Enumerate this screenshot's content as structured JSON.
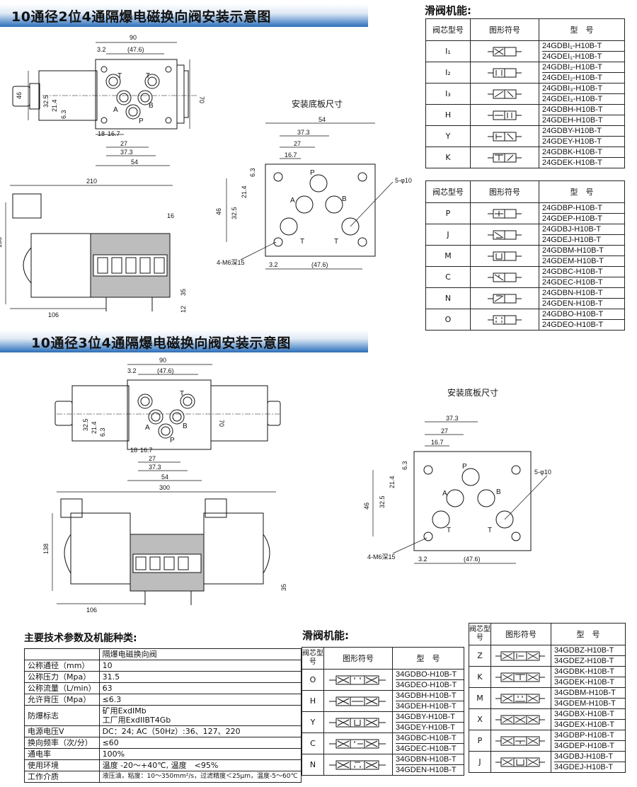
{
  "section1": {
    "title": "10通径2位4通隔爆电磁换向阀安装示意图"
  },
  "section2": {
    "title": "10通径3位4通隔爆电磁换向阀安装示意图"
  },
  "drawing_labels": {
    "subplate_title": "安装底板尺寸",
    "ports": {
      "A": "A",
      "B": "B",
      "P": "P",
      "T": "T"
    },
    "holes": "5-φ10",
    "screws": "4-M6深15",
    "dims": {
      "d90": "90",
      "d47_6": "(47.6)",
      "d3_2": "3.2",
      "d46": "46",
      "d70": "70",
      "d32_5": "32.5",
      "d21_4": "21.4",
      "d6_3": "6.3",
      "d18": "18",
      "d16_7": "16.7",
      "d27": "27",
      "d37_3": "37.3",
      "d54": "54",
      "d210": "210",
      "d16": "16",
      "d138": "138",
      "d35": "35",
      "d12": "12",
      "d106": "106",
      "d300": "300"
    }
  },
  "spool_functions_top": {
    "title": "滑阀机能:",
    "headers": {
      "core": "阀芯型号",
      "symbol": "图形符号",
      "model": "型　号"
    },
    "rows1": [
      {
        "core": "I₁",
        "models": [
          "24GDBI₁-H10B-T",
          "24GDEI₁-H10B-T"
        ]
      },
      {
        "core": "I₂",
        "models": [
          "24GDBI₂-H10B-T",
          "24GDEI₂-H10B-T"
        ]
      },
      {
        "core": "I₃",
        "models": [
          "24GDBI₃-H10B-T",
          "24GDEI₃-H10B-T"
        ]
      },
      {
        "core": "H",
        "models": [
          "24GDBH-H10B-T",
          "24GDEH-H10B-T"
        ]
      },
      {
        "core": "Y",
        "models": [
          "24GDBY-H10B-T",
          "24GDEY-H10B-T"
        ]
      },
      {
        "core": "K",
        "models": [
          "24GDBK-H10B-T",
          "24GDEK-H10B-T"
        ]
      }
    ],
    "rows2": [
      {
        "core": "P",
        "models": [
          "24GDBP-H10B-T",
          "24GDEP-H10B-T"
        ]
      },
      {
        "core": "J",
        "models": [
          "24GDBJ-H10B-T",
          "24GDEJ-H10B-T"
        ]
      },
      {
        "core": "M",
        "models": [
          "24GDBM-H10B-T",
          "24GDEM-H10B-T"
        ]
      },
      {
        "core": "C",
        "models": [
          "24GDBC-H10B-T",
          "24GDEC-H10B-T"
        ]
      },
      {
        "core": "N",
        "models": [
          "24GDBN-H10B-T",
          "24GDEN-H10B-T"
        ]
      },
      {
        "core": "O",
        "models": [
          "24GDBO-H10B-T",
          "24GDEO-H10B-T"
        ]
      }
    ]
  },
  "tech_params": {
    "title": "主要技术参数及机能种类:",
    "header_value": "隔爆电磁换向阀",
    "rows": [
      {
        "label": "公称通径（mm）",
        "value": "10"
      },
      {
        "label": "公称压力（Mpa）",
        "value": "31.5"
      },
      {
        "label": "公称流量（L/min）",
        "value": "63"
      },
      {
        "label": "允许背压（Mpa）",
        "value": "≤6.3"
      },
      {
        "label": "防爆标志",
        "value": "矿用ExdIMb",
        "value2": "工厂用ExdIIBT4Gb"
      },
      {
        "label": "电源电压V",
        "value": "DC：24;  AC（50Hz）:36、127、220"
      },
      {
        "label": "换向频率（次/分）",
        "value": "≤60"
      },
      {
        "label": "通电率",
        "value": "100%"
      },
      {
        "label": "使用环境",
        "value": "温度  -20～+40℃,  温度　<95%"
      },
      {
        "label": "工作介质",
        "value": "液压油，粘度：10～350mm²/s，过滤精度＜25μm，温度-5～60℃"
      }
    ]
  },
  "spool_functions_bottom": {
    "title": "滑阀机能:",
    "headers": {
      "core": "阀芯型号",
      "symbol": "图形符号",
      "model": "型　号"
    },
    "rows": [
      {
        "core": "O",
        "models": [
          "34GDBO-H10B-T",
          "34GDEO-H10B-T"
        ]
      },
      {
        "core": "H",
        "models": [
          "34GDBH-H10B-T",
          "34GDEH-H10B-T"
        ]
      },
      {
        "core": "Y",
        "models": [
          "34GDBY-H10B-T",
          "34GDEY-H10B-T"
        ]
      },
      {
        "core": "C",
        "models": [
          "34GDBC-H10B-T",
          "34GDEC-H10B-T"
        ]
      },
      {
        "core": "N",
        "models": [
          "34GDBN-H10B-T",
          "34GDEN-H10B-T"
        ]
      }
    ]
  },
  "spool_functions_right": {
    "headers": {
      "core": "阀芯型号",
      "symbol": "图形符号",
      "model": "型　号"
    },
    "rows": [
      {
        "core": "Z",
        "models": [
          "34GDBZ-H10B-T",
          "34GDEZ-H10B-T"
        ]
      },
      {
        "core": "K",
        "models": [
          "34GDBK-H10B-T",
          "34GDEK-H10B-T"
        ]
      },
      {
        "core": "M",
        "models": [
          "34GDBM-H10B-T",
          "34GDEM-H10B-T"
        ]
      },
      {
        "core": "X",
        "models": [
          "34GDBX-H10B-T",
          "34GDEX-H10B-T"
        ]
      },
      {
        "core": "P",
        "models": [
          "34GDBP-H10B-T",
          "34GDEP-H10B-T"
        ]
      },
      {
        "core": "J",
        "models": [
          "34GDBJ-H10B-T",
          "34GDEJ-H10B-T"
        ]
      }
    ]
  }
}
